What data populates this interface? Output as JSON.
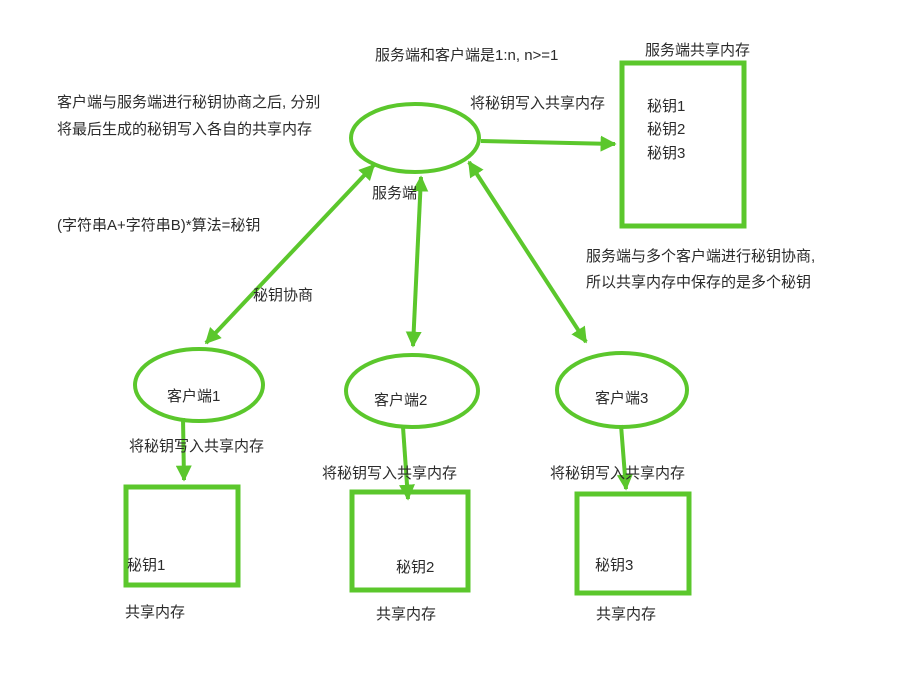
{
  "colors": {
    "line_green": "#5bc72c",
    "text": "#2b2b2b",
    "background": "#ffffff"
  },
  "notes": {
    "top": "服务端和客户端是1:n, n>=1",
    "left_line1": "客户端与服务端进行秘钥协商之后, 分别",
    "left_line2": "将最后生成的秘钥写入各自的共享内存",
    "formula": "(字符串A+字符串B)*算法=秘钥",
    "right_line1": "服务端与多个客户端进行秘钥协商,",
    "right_line2": "所以共享内存中保存的是多个秘钥"
  },
  "server": {
    "label": "服务端"
  },
  "server_memory": {
    "title": "服务端共享内存",
    "keys": [
      "秘钥1",
      "秘钥2",
      "秘钥3"
    ]
  },
  "edges": {
    "negotiate_label": "秘钥协商",
    "server_write_label": "将秘钥写入共享内存"
  },
  "clients": [
    {
      "label": "客户端1",
      "write_label": "将秘钥写入共享内存",
      "key": "秘钥1",
      "memory_label": "共享内存"
    },
    {
      "label": "客户端2",
      "write_label": "将秘钥写入共享内存",
      "key": "秘钥2",
      "memory_label": "共享内存"
    },
    {
      "label": "客户端3",
      "write_label": "将秘钥写入共享内存",
      "key": "秘钥3",
      "memory_label": "共享内存"
    }
  ]
}
